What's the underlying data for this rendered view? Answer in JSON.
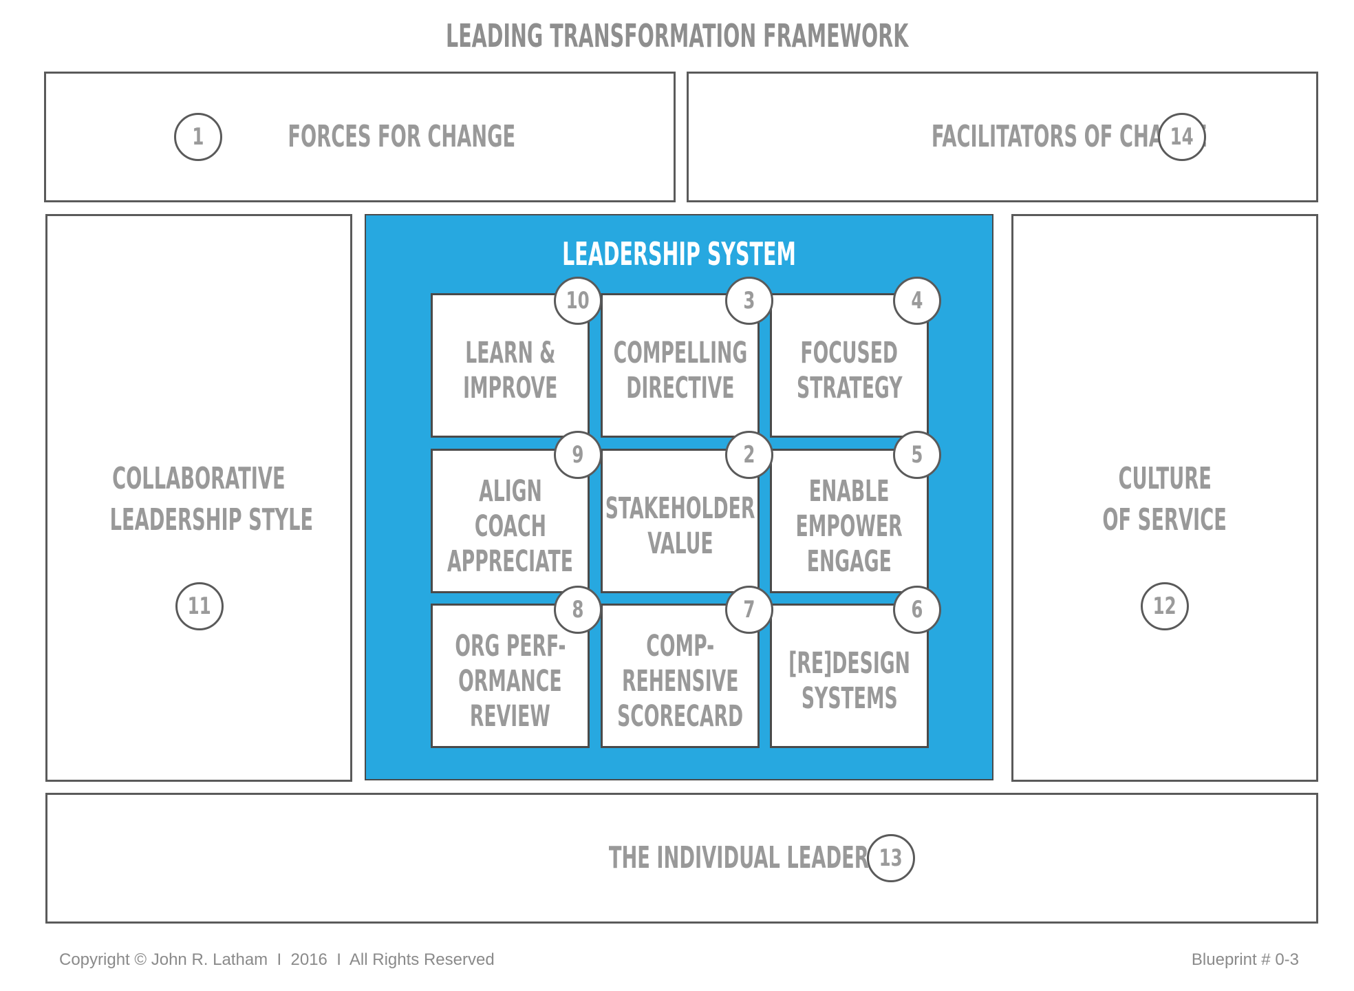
{
  "title": "LEADING TRANSFORMATION FRAMEWORK",
  "top_boxes": {
    "forces": {
      "label": "FORCES FOR CHANGE",
      "number": "1"
    },
    "facilitators": {
      "label": "FACILITATORS OF CHANGE",
      "number": "14"
    }
  },
  "side_boxes": {
    "left": {
      "lines": [
        "COLLABORATIVE",
        "LEADERSHIP STYLE"
      ],
      "number": "11"
    },
    "right": {
      "lines": [
        "CULTURE",
        "OF SERVICE"
      ],
      "number": "12"
    }
  },
  "leadership_system": {
    "title": "LEADERSHIP SYSTEM",
    "cells": [
      {
        "number": "10",
        "lines": [
          "LEARN &",
          "IMPROVE"
        ]
      },
      {
        "number": "3",
        "lines": [
          "COMPELLING",
          "DIRECTIVE"
        ]
      },
      {
        "number": "4",
        "lines": [
          "FOCUSED",
          "STRATEGY"
        ]
      },
      {
        "number": "9",
        "lines": [
          "ALIGN",
          "COACH",
          "APPRECIATE"
        ]
      },
      {
        "number": "2",
        "lines": [
          "STAKEHOLDER",
          "VALUE"
        ]
      },
      {
        "number": "5",
        "lines": [
          "ENABLE",
          "EMPOWER",
          "ENGAGE"
        ]
      },
      {
        "number": "8",
        "lines": [
          "ORG PERF-",
          "ORMANCE",
          "REVIEW"
        ]
      },
      {
        "number": "7",
        "lines": [
          "COMP-",
          "REHENSIVE",
          "SCORECARD"
        ]
      },
      {
        "number": "6",
        "lines": [
          "[RE]DESIGN",
          "SYSTEMS"
        ]
      }
    ]
  },
  "bottom_box": {
    "label": "THE INDIVIDUAL LEADER",
    "number": "13"
  },
  "footer": {
    "copyright": "Copyright © John R. Latham  I  2016  I  All Rights Reserved",
    "blueprint": "Blueprint # 0-3"
  }
}
